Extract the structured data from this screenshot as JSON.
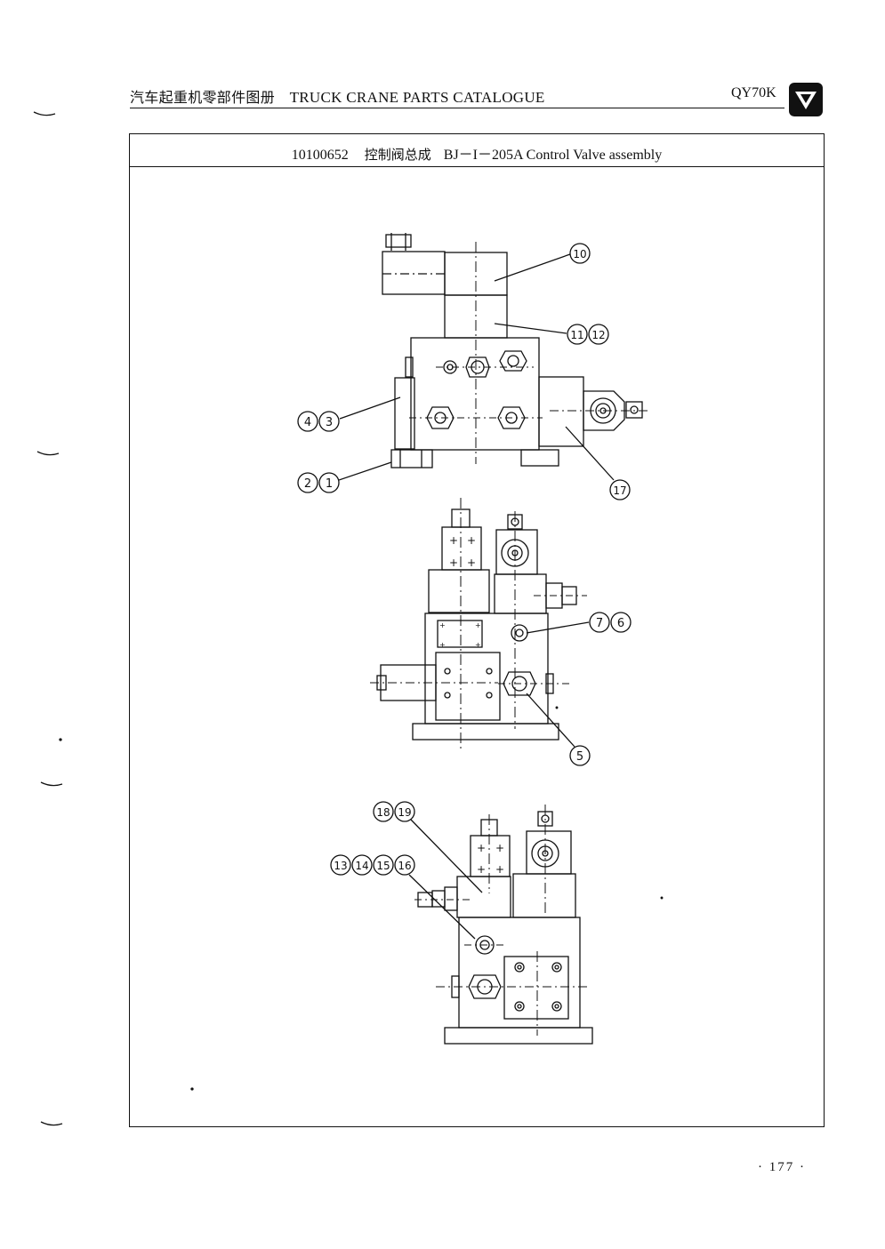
{
  "header": {
    "title_cn": "汽车起重机零部件图册",
    "title_en": "TRUCK CRANE PARTS CATALOGUE",
    "model": "QY70K"
  },
  "drawing": {
    "part_number": "10100652",
    "name_cn": "控制阀总成",
    "name_en": "BJ－I－205A Control Valve assembly"
  },
  "callouts": {
    "c10": "10",
    "c11": "11",
    "c12": "12",
    "c4": "4",
    "c3": "3",
    "c2": "2",
    "c1": "1",
    "c17": "17",
    "c7": "7",
    "c6": "6",
    "c5": "5",
    "c18": "18",
    "c19": "19",
    "c13": "13",
    "c14": "14",
    "c15": "15",
    "c16": "16"
  },
  "footer": {
    "page": "· 177 ·"
  }
}
